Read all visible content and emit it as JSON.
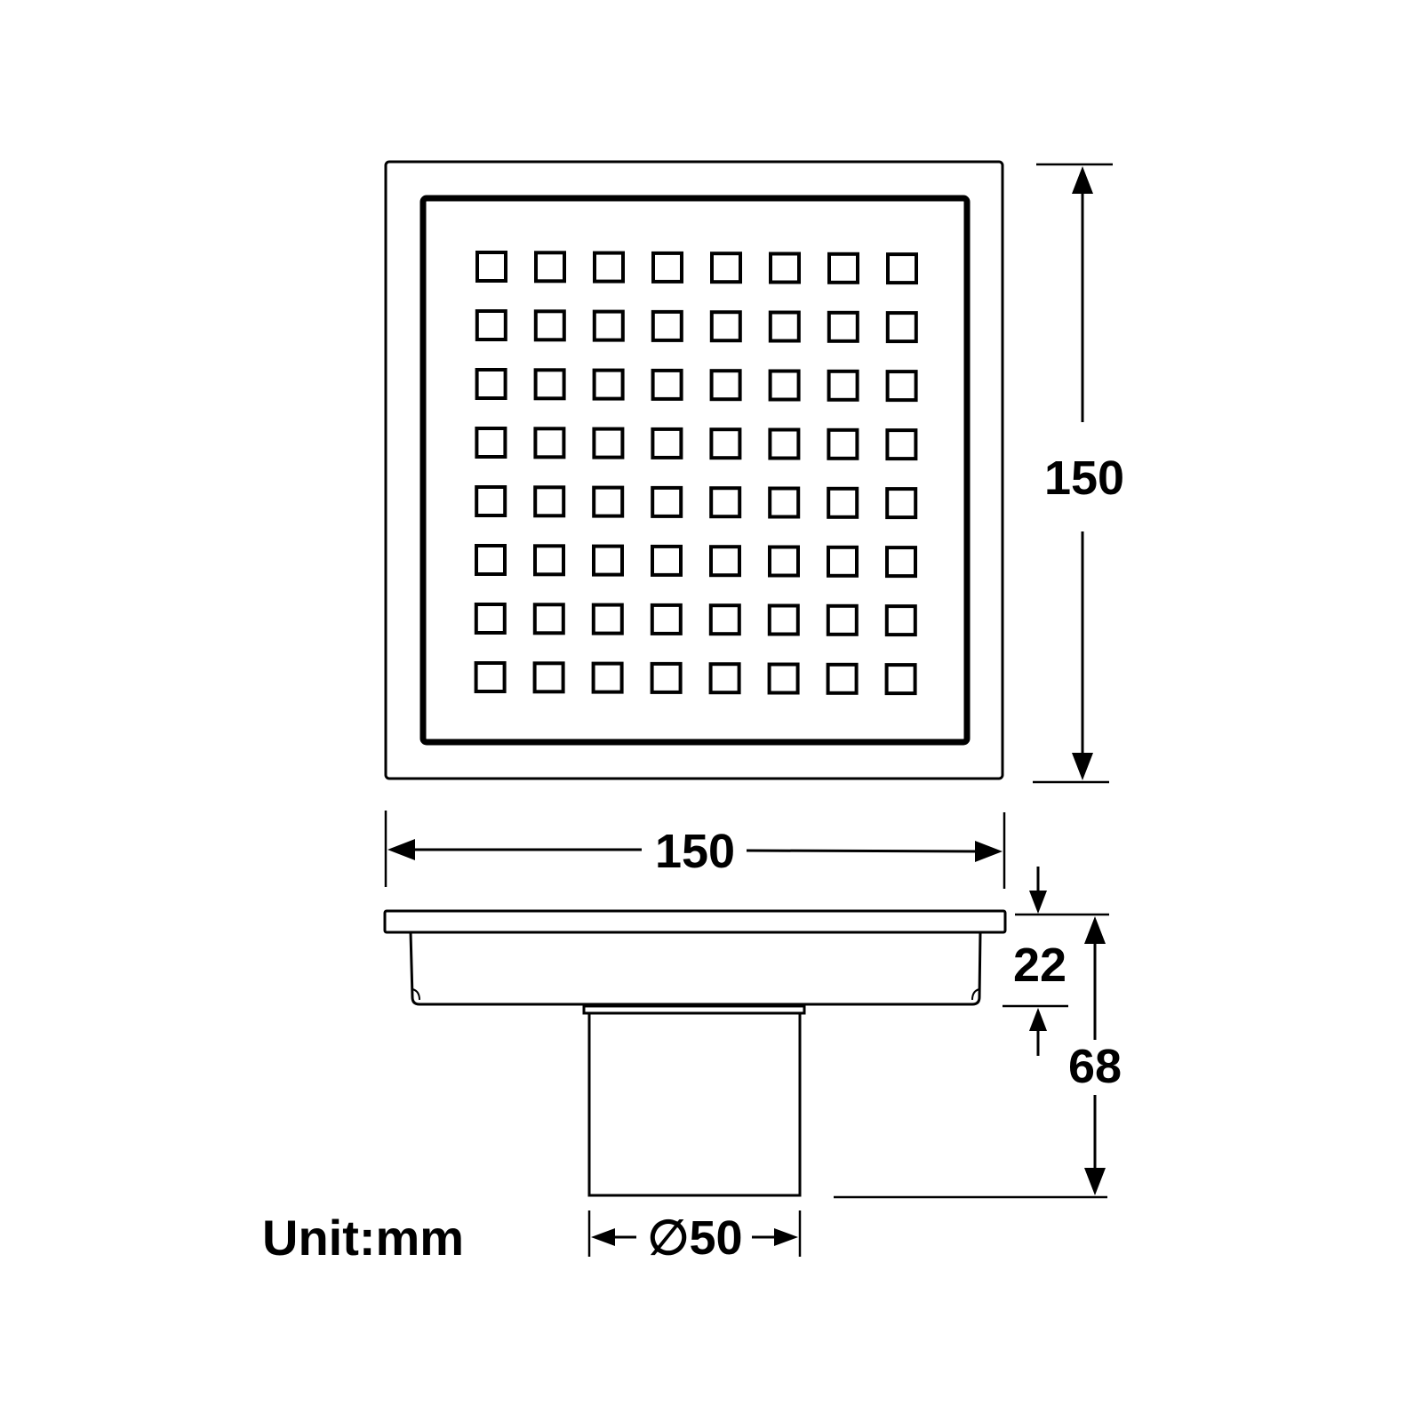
{
  "dimensions": {
    "height_label": "150",
    "width_label": "150",
    "grate_height_label": "22",
    "total_height_label": "68",
    "diameter_label": "∅50"
  },
  "unit_label": "Unit:mm",
  "grate": {
    "rows": 8,
    "cols": 8
  },
  "colors": {
    "line": "#000000",
    "background": "#ffffff"
  }
}
